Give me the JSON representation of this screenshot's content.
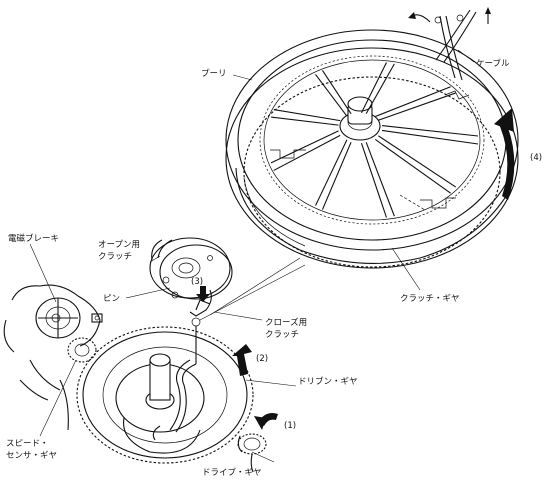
{
  "labels": {
    "pulley": "プーリ",
    "cable": "ケーブル",
    "step4": "(4)",
    "clutch_gear": "クラッチ・ギヤ",
    "electromagnetic_brake": "電磁ブレーキ",
    "open_clutch_line1": "オープン用",
    "open_clutch_line2": "クラッチ",
    "step3": "(3)",
    "pin": "ピン",
    "close_clutch_line1": "クローズ用",
    "close_clutch_line2": "クラッチ",
    "step2": "(2)",
    "driven_gear": "ドリブン・ギヤ",
    "step1": "(1)",
    "speed_sensor_gear_line1": "スピード・",
    "speed_sensor_gear_line2": "センサ・ギヤ",
    "drive_gear": "ドライブ・ギヤ"
  }
}
